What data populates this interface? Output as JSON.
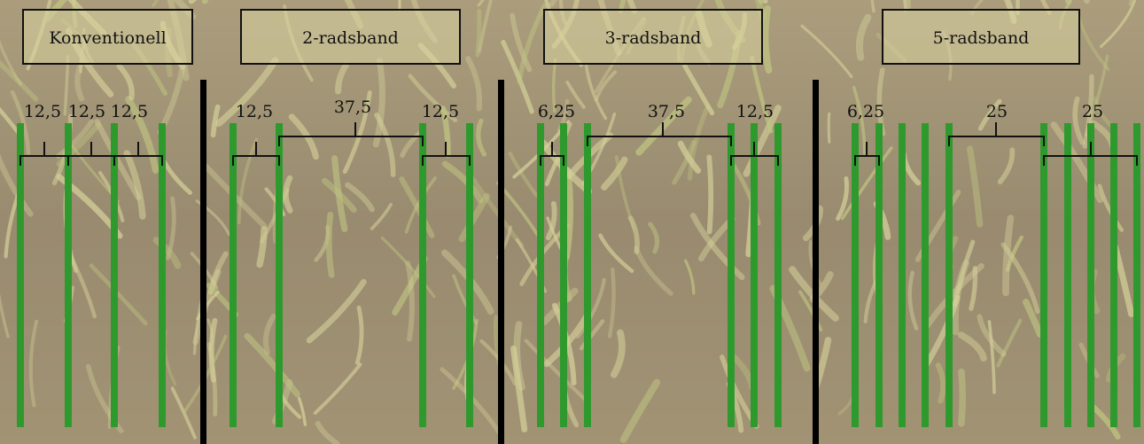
{
  "colors": {
    "row_green": "#2e9a2e",
    "divider": "#000000",
    "bracket": "#111111",
    "label_box_fill": "#d8d2a0",
    "text": "#111111",
    "soil": "#6e5c44",
    "crop": "#c9c784"
  },
  "panels": [
    {
      "id": "konventionell",
      "title": "Konventionell",
      "labels": [
        "12,5",
        "12,5",
        "12,5"
      ]
    },
    {
      "id": "2-radsband",
      "title": "2-radsband",
      "labels": [
        "12,5",
        "37,5",
        "12,5"
      ]
    },
    {
      "id": "3-radsband",
      "title": "3-radsband",
      "labels": [
        "6,25",
        "37,5",
        "12,5"
      ]
    },
    {
      "id": "5-radsband",
      "title": "5-radsband",
      "labels": [
        "6,25",
        "25",
        "25"
      ]
    }
  ]
}
